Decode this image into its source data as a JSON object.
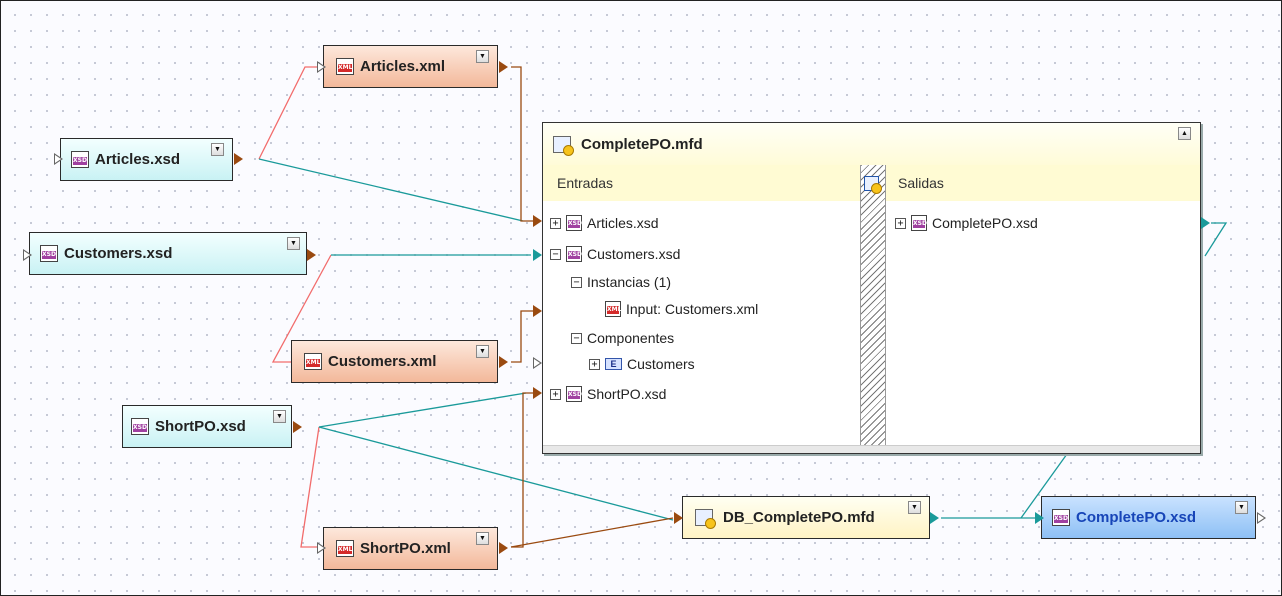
{
  "components": {
    "articles_xml": {
      "label": "Articles.xml",
      "icon": "xml-file-icon"
    },
    "articles_xsd": {
      "label": "Articles.xsd",
      "icon": "xsd-schema-icon"
    },
    "customers_xsd": {
      "label": "Customers.xsd",
      "icon": "xsd-schema-icon"
    },
    "customers_xml": {
      "label": "Customers.xml",
      "icon": "xml-file-icon"
    },
    "shortpo_xsd": {
      "label": "ShortPO.xsd",
      "icon": "xsd-schema-icon"
    },
    "shortpo_xml": {
      "label": "ShortPO.xml",
      "icon": "xml-file-icon"
    },
    "db_mfd": {
      "label": "DB_CompletePO.mfd",
      "icon": "mapping-file-icon"
    },
    "completepo_target": {
      "label": "CompletePO.xsd",
      "icon": "xsd-schema-icon"
    }
  },
  "mapping_panel": {
    "title": "CompletePO.mfd",
    "inputs_header": "Entradas",
    "outputs_header": "Salidas",
    "inputs": {
      "articles": "Articles.xsd",
      "customers": "Customers.xsd",
      "instances": "Instancias (1)",
      "instance_input": "Input: Customers.xml",
      "components": "Componentes",
      "customers_element": "Customers",
      "shortpo": "ShortPO.xsd"
    },
    "outputs": {
      "completepo": "CompletePO.xsd"
    }
  },
  "icon_text": {
    "xsd": "XSD",
    "xml": "XML",
    "element": "E",
    "expand": "+",
    "collapse": "−",
    "dropdown": "▼",
    "collapse_panel": "▲"
  },
  "colors": {
    "wire_teal": "#1a9a9a",
    "wire_brown": "#9a4a10",
    "wire_red": "#f26c6c",
    "xsd_header": "#c9f2f4",
    "xml_header": "#f3b89a",
    "target_header": "#8ec0f5"
  }
}
